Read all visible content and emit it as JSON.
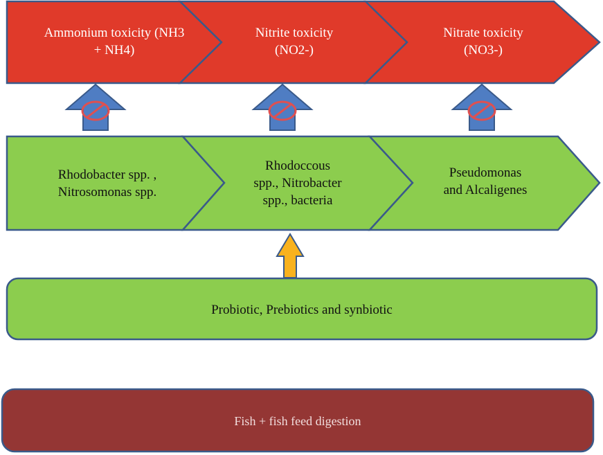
{
  "toxicity_row": [
    {
      "line1": "Ammonium toxicity (NH3",
      "line2": "+ NH4)"
    },
    {
      "line1": "Nitrite toxicity",
      "line2": "(NO2-)"
    },
    {
      "line1": "Nitrate toxicity",
      "line2": "(NO3-)"
    }
  ],
  "bacteria_row": [
    {
      "lines": [
        "Rhodobacter spp. ,",
        "Nitrosomonas spp."
      ]
    },
    {
      "lines": [
        "Rhodoccous",
        "spp., Nitrobacter",
        "spp., bacteria"
      ]
    },
    {
      "lines": [
        "Pseudomonas",
        "and Alcaligenes"
      ]
    }
  ],
  "supplement_box": {
    "label": "Probiotic, Prebiotics and synbiotic"
  },
  "feed_box": {
    "label": "Fish + fish feed digestion"
  },
  "colors": {
    "toxicity_fill": "#e03a2a",
    "bacteria_fill": "#8ccd4e",
    "outline": "#3a5a8a",
    "inhibit_arrow": "#4f7dc3",
    "support_arrow": "#f9b21e",
    "feed_fill": "#943634",
    "no_symbol": "#e05050"
  },
  "icons": {
    "inhibit": "no-symbol-icon",
    "up_arrow": "up-arrow-icon"
  }
}
